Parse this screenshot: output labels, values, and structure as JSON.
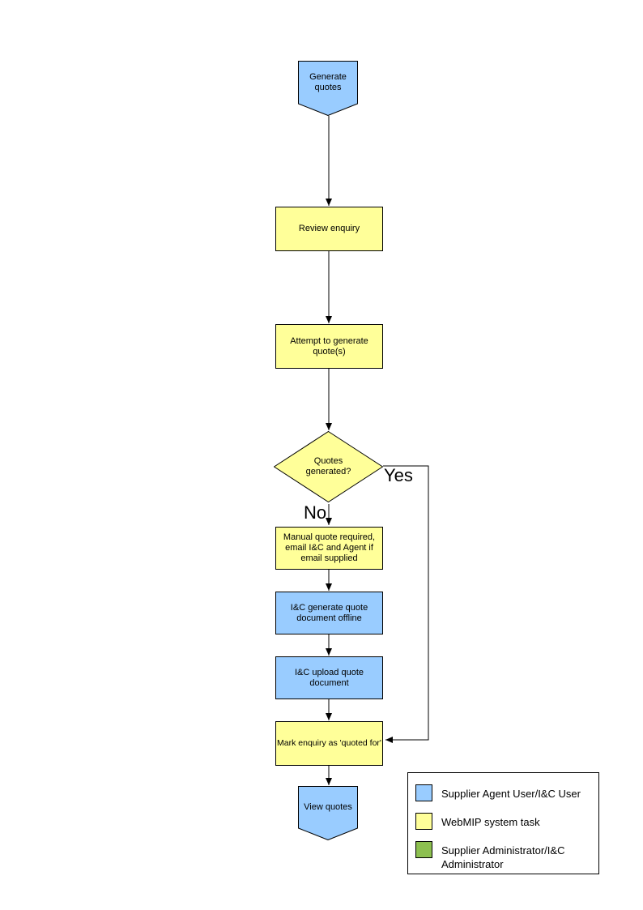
{
  "flowchart": {
    "nodes": {
      "generate_quotes": {
        "label": "Generate quotes",
        "shape": "pentagon",
        "category": "user"
      },
      "review_enquiry": {
        "label": "Review enquiry",
        "shape": "rect",
        "category": "system"
      },
      "attempt_generate": {
        "label": "Attempt to generate quote(s)",
        "shape": "rect",
        "category": "system"
      },
      "quotes_generated": {
        "label": "Quotes generated?",
        "shape": "decision",
        "category": "system"
      },
      "manual_quote": {
        "label": "Manual quote required, email I&C and Agent if email supplied",
        "shape": "rect",
        "category": "system"
      },
      "ic_generate_offline": {
        "label": "I&C generate quote document offline",
        "shape": "rect",
        "category": "user"
      },
      "ic_upload_quote": {
        "label": "I&C upload quote document",
        "shape": "rect",
        "category": "user"
      },
      "mark_quoted_for": {
        "label": "Mark enquiry as 'quoted for'",
        "shape": "rect",
        "category": "system"
      },
      "view_quotes": {
        "label": "View quotes",
        "shape": "pentagon",
        "category": "user"
      }
    },
    "branch_labels": {
      "yes": "Yes",
      "no": "No"
    },
    "colors": {
      "user_task": "#99CCFF",
      "system_task": "#FFFF99",
      "admin_task": "#8DC050",
      "line": "#000000"
    }
  },
  "legend": {
    "items": [
      {
        "label": "Supplier Agent User/I&C User",
        "color": "#99CCFF"
      },
      {
        "label": "WebMIP system task",
        "color": "#FFFF99"
      },
      {
        "label": "Supplier Administrator/I&C Administrator",
        "color": "#8DC050"
      }
    ]
  }
}
